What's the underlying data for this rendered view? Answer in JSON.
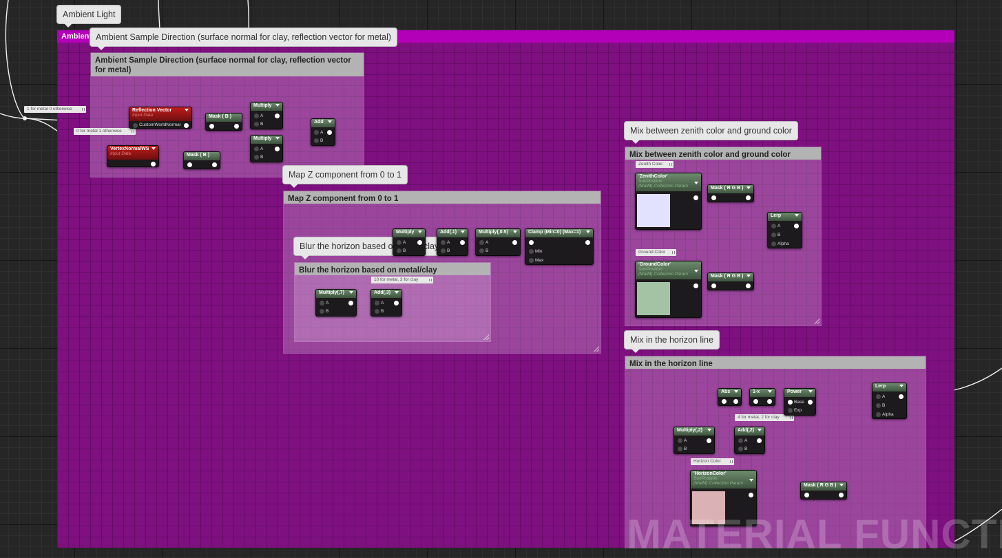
{
  "comments": {
    "ambient_light": "Ambient Light",
    "ambient_light_header": "Ambient Light",
    "ambient_sample": "Ambient Sample Direction (surface normal for clay, reflection vector for metal)",
    "map_z": "Map Z component from 0 to 1",
    "blur_horizon": "Blur the horizon based on metal/clay",
    "mix_zenith": "Mix between zenith color and ground color",
    "mix_horizon": "Mix in the horizon line"
  },
  "tags": {
    "metal_0": "1 for metal 0 otherwise",
    "metal_1": "0 for metal 1 otherwise",
    "ten_for_metal": "10 for metal, 3 for clay",
    "zenith_color": "Zenith Color",
    "ground_color": "Ground Color",
    "four_for_metal": "4 for metal, 2 for clay",
    "horizon_color": "Horizon Color"
  },
  "nodes": {
    "reflection_vector": {
      "title": "Reflection Vector",
      "sub": "Input Data",
      "pin": "CustomWorldNormal"
    },
    "vertex_normal": {
      "title": "VertexNormalWS",
      "sub": "Input Data"
    },
    "mask_b1": "Mask ( B )",
    "mask_b2": "Mask ( B )",
    "multiply": "Multiply",
    "add": "Add",
    "add_1": "Add(,1)",
    "multiply_05": "Multiply(,0.5)",
    "clamp": "Clamp (Min=0) (Max=1)",
    "multiply_7": "Multiply(,7)",
    "add_3": "Add(,3)",
    "zenith_param": {
      "title": "'ZenithColor'",
      "sub1": "SunPosition",
      "sub2": "(MatM) Collection Param",
      "color": "#e2e1fe"
    },
    "ground_param": {
      "title": "'GroundColor'",
      "sub1": "SunPosition",
      "sub2": "(MatM) Collection Param",
      "color": "#a4c2a4"
    },
    "horizon_param": {
      "title": "'HorizonColor'",
      "sub1": "SunPosition",
      "sub2": "(MatM) Collection Param",
      "color": "#dab1b4"
    },
    "mask_rgb": "Mask ( R G B )",
    "lerp": "Lerp",
    "abs": "Abs",
    "one_minus": "1-x",
    "power": "Power",
    "multiply_2": "Multiply(,2)",
    "add_2": "Add(,2)"
  },
  "pins": {
    "a": "A",
    "b": "B",
    "alpha": "Alpha",
    "min": "Min",
    "max": "Max",
    "base": "Base",
    "exp": "Exp"
  },
  "watermark": "MATERIAL FUNCTION"
}
